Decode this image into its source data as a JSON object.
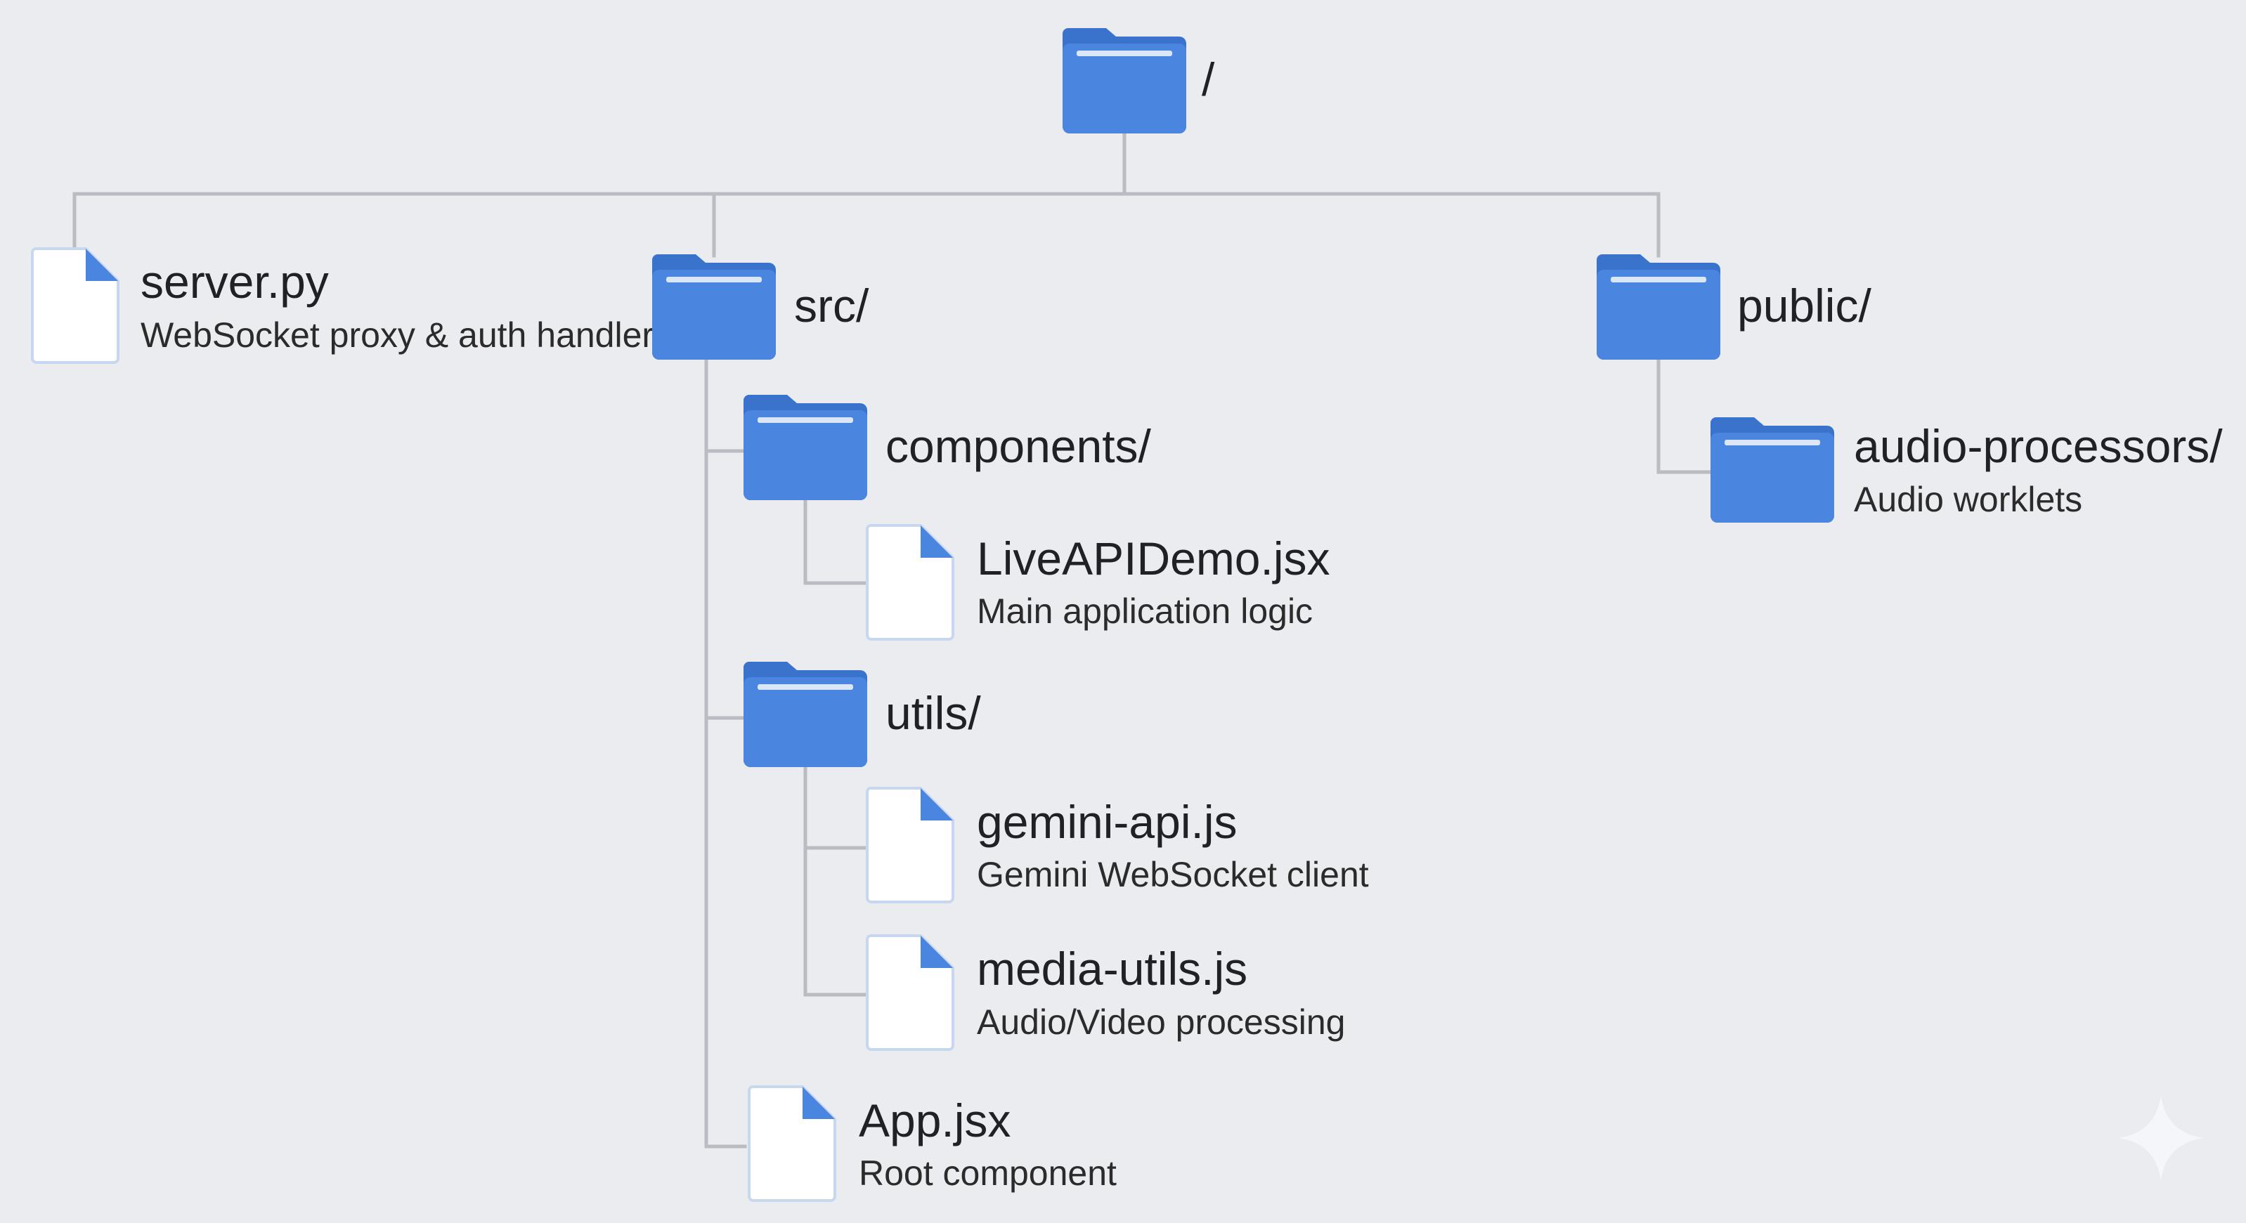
{
  "tree": {
    "root": {
      "name": "/",
      "icon": "folder-icon"
    },
    "server_py": {
      "name": "server.py",
      "desc": "WebSocket proxy & auth handler",
      "icon": "file-icon"
    },
    "src": {
      "name": "src/",
      "icon": "folder-icon"
    },
    "components": {
      "name": "components/",
      "icon": "folder-icon"
    },
    "live_api_demo": {
      "name": "LiveAPIDemo.jsx",
      "desc": "Main application logic",
      "icon": "file-icon"
    },
    "utils": {
      "name": "utils/",
      "icon": "folder-icon"
    },
    "gemini_api": {
      "name": "gemini-api.js",
      "desc": "Gemini WebSocket client",
      "icon": "file-icon"
    },
    "media_utils": {
      "name": "media-utils.js",
      "desc": "Audio/Video processing",
      "icon": "file-icon"
    },
    "app_jsx": {
      "name": "App.jsx",
      "desc": "Root component",
      "icon": "file-icon"
    },
    "public": {
      "name": "public/",
      "icon": "folder-icon"
    },
    "audio_processors": {
      "name": "audio-processors/",
      "desc": "Audio worklets",
      "icon": "folder-icon"
    }
  },
  "colors": {
    "folder": "#4a86e0",
    "folder_tab": "#3a73cc",
    "file_fill": "#ffffff",
    "file_corner": "#4a86e0",
    "connector": "#b9bcc2",
    "background": "#eaecf0"
  },
  "watermark": {
    "icon": "sparkle-icon"
  }
}
